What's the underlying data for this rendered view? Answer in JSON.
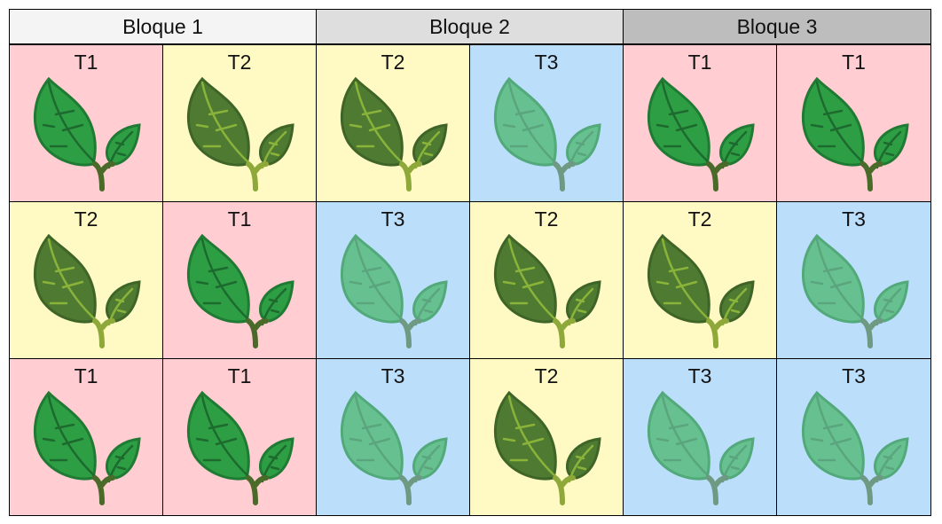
{
  "blocks": [
    {
      "label": "Bloque 1",
      "color": "#f4f4f4"
    },
    {
      "label": "Bloque 2",
      "color": "#dedede"
    },
    {
      "label": "Bloque 3",
      "color": "#bdbdbd"
    }
  ],
  "treatments": {
    "T1": {
      "bg": "#ffcdd2",
      "leaf": "#2e9e44",
      "leaf_dark": "#1f7a33",
      "vein": "#1d6a2e",
      "stem": "#4a6a2a",
      "icon": "plant-icon"
    },
    "T2": {
      "bg": "#fff9c4",
      "leaf": "#4f7a32",
      "leaf_dark": "#3f6427",
      "vein": "#8ab33a",
      "stem": "#8fa83a",
      "icon": "plant-icon"
    },
    "T3": {
      "bg": "#bbdefb",
      "leaf": "#67c08f",
      "leaf_dark": "#52a97a",
      "vein": "#5aa57e",
      "stem": "#6e9a84",
      "icon": "plant-icon"
    }
  },
  "rows": [
    [
      "T1",
      "T2",
      "T2",
      "T3",
      "T1",
      "T1"
    ],
    [
      "T2",
      "T1",
      "T3",
      "T2",
      "T2",
      "T3"
    ],
    [
      "T1",
      "T1",
      "T3",
      "T2",
      "T3",
      "T3"
    ]
  ]
}
